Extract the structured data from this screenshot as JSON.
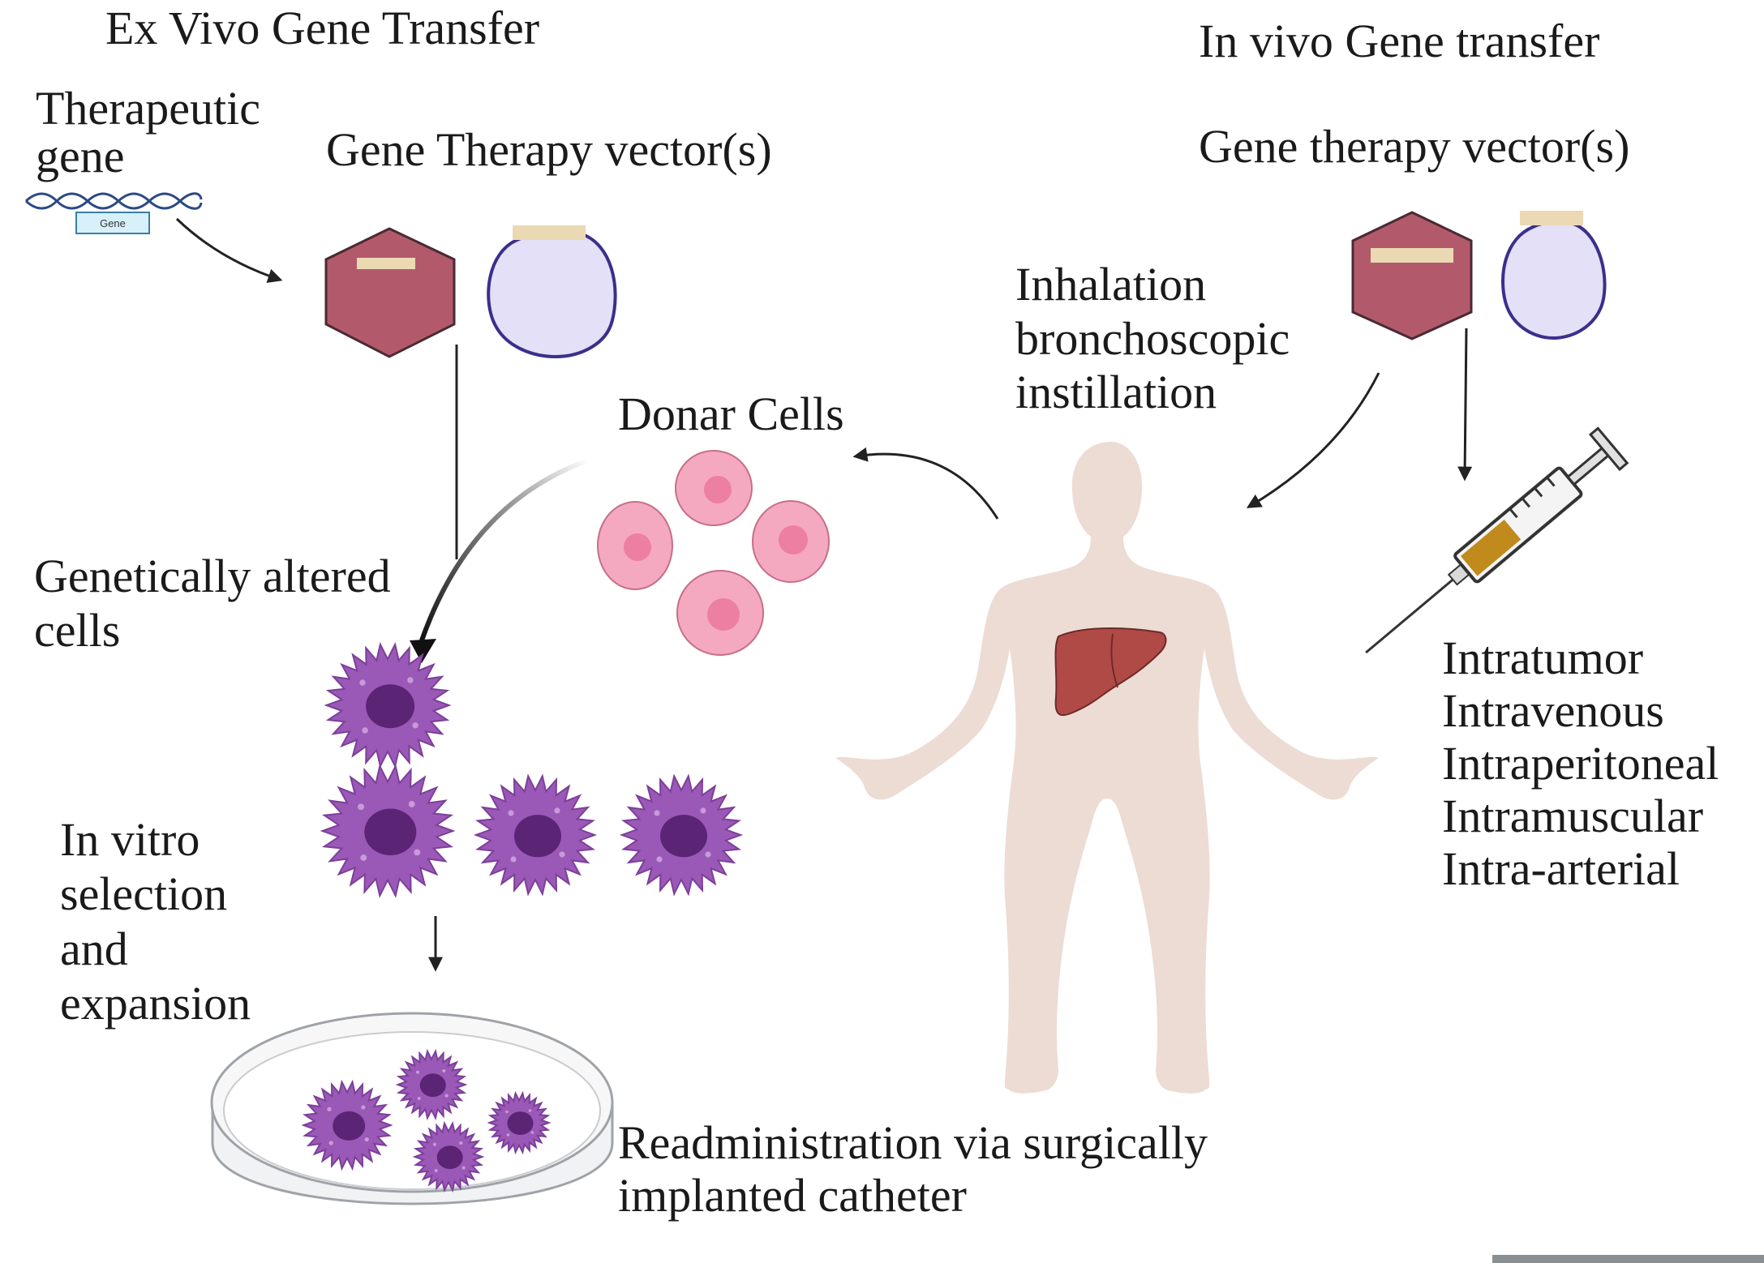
{
  "headings": {
    "ex_vivo": "Ex Vivo Gene Transfer",
    "in_vivo": "In vivo Gene transfer"
  },
  "ex_vivo": {
    "therapeutic_gene": [
      "Therapeutic",
      "gene"
    ],
    "gene_tag": "Gene",
    "vector_label": "Gene Therapy vector(s)",
    "donar_cells": "Donar Cells",
    "genetically_altered": [
      "Genetically altered",
      "cells"
    ],
    "in_vitro": [
      "In vitro",
      "selection",
      "and",
      "expansion"
    ],
    "readministration": [
      "Readministration via surgically",
      "implanted catheter"
    ]
  },
  "in_vivo": {
    "vector_label": "Gene therapy vector(s)",
    "inhalation": [
      "Inhalation",
      "bronchoscopic",
      "instillation"
    ],
    "routes": [
      "Intratumor",
      "Intravenous",
      "Intraperitoneal",
      "Intramuscular",
      "Intra-arterial"
    ]
  },
  "colors": {
    "capsid_fill": "#b25a6b",
    "capsid_stroke": "#4a2a33",
    "envelope_fill": "#e3e0f7",
    "envelope_stroke": "#3b2f8c",
    "tag_band": "#ebd9b4",
    "donor_cell_fill": "#f5a9c0",
    "donor_nucleus": "#ec7fa2",
    "altered_cell_fill": "#9a58b7",
    "altered_nucleus": "#5b2474",
    "body_fill": "#ecdcd4",
    "liver_fill": "#b04a47",
    "arrow": "#222222"
  },
  "icons": [
    "dna-icon",
    "adenovirus-icon",
    "lentivirus-icon",
    "donor-cell-icon",
    "altered-cell-icon",
    "petri-dish-icon",
    "human-body-icon",
    "liver-icon",
    "syringe-icon"
  ]
}
